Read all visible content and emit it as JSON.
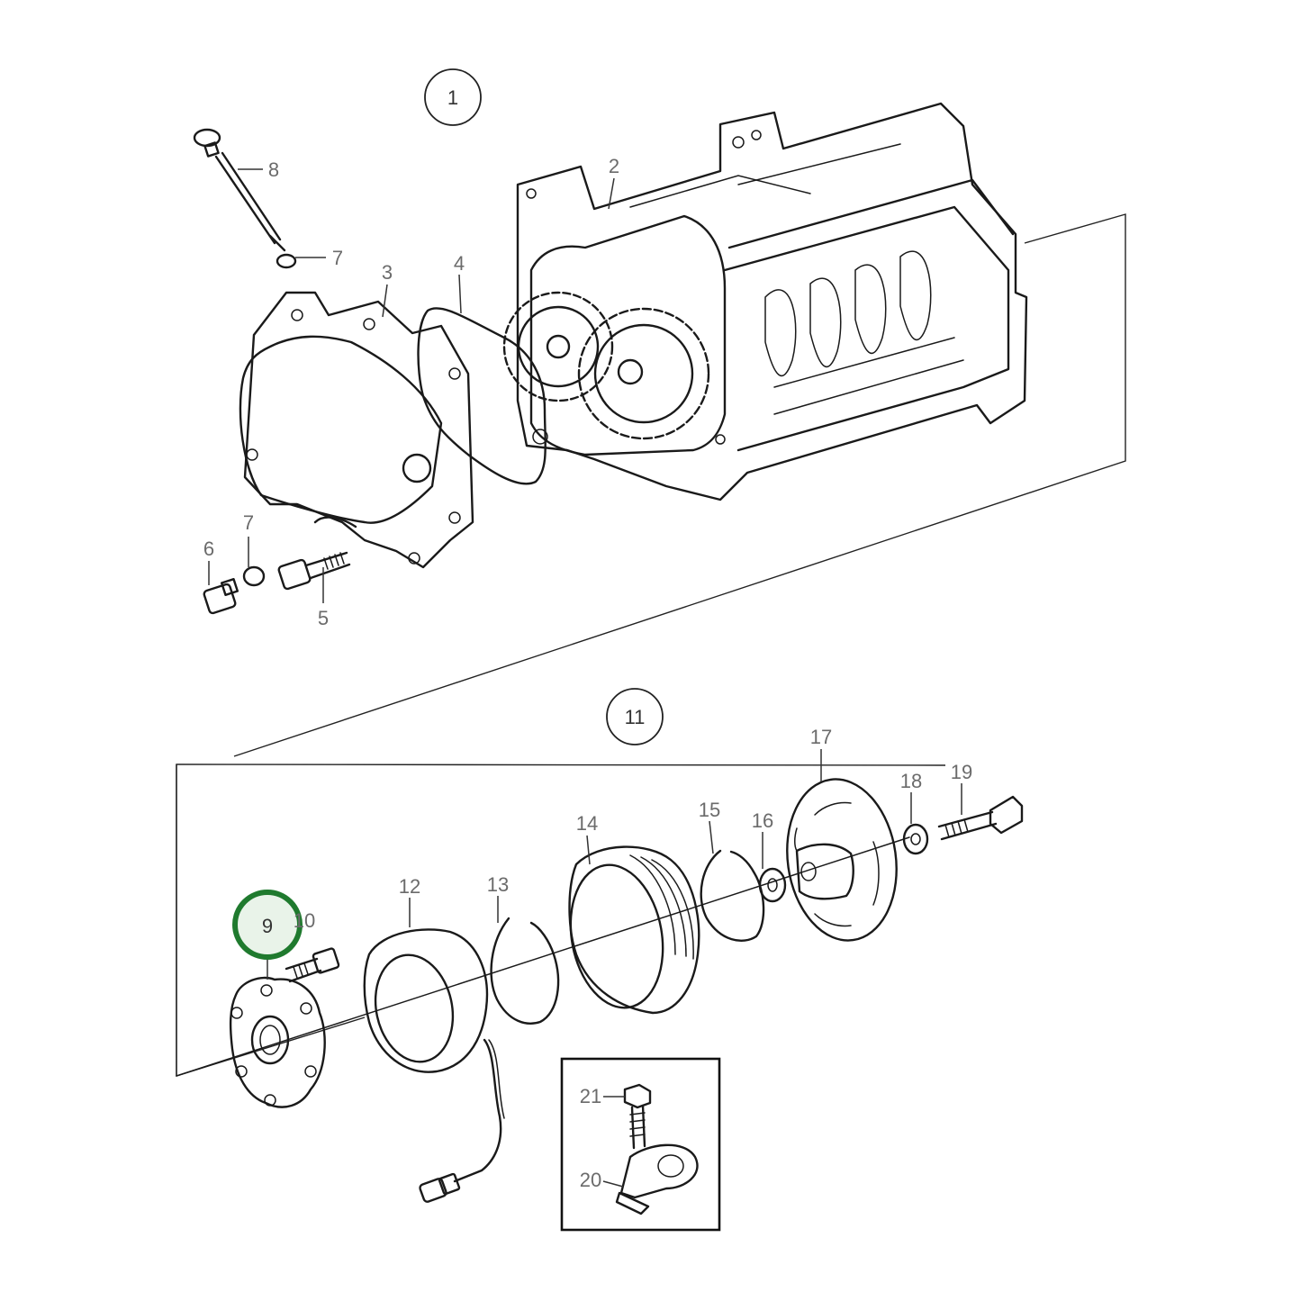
{
  "diagram": {
    "assemblies": [
      {
        "id": "assembly-1",
        "label": "1"
      },
      {
        "id": "assembly-11",
        "label": "11"
      }
    ],
    "callouts": {
      "c2": "2",
      "c3": "3",
      "c4": "4",
      "c5": "5",
      "c6": "6",
      "c7a": "7",
      "c7b": "7",
      "c8": "8",
      "c9": "9",
      "c10": "10",
      "c12": "12",
      "c13": "13",
      "c14": "14",
      "c15": "15",
      "c16": "16",
      "c17": "17",
      "c18": "18",
      "c19": "19",
      "c20": "20",
      "c21": "21"
    },
    "highlighted_callout": "9",
    "highlight_color": "#1f7a2e"
  }
}
